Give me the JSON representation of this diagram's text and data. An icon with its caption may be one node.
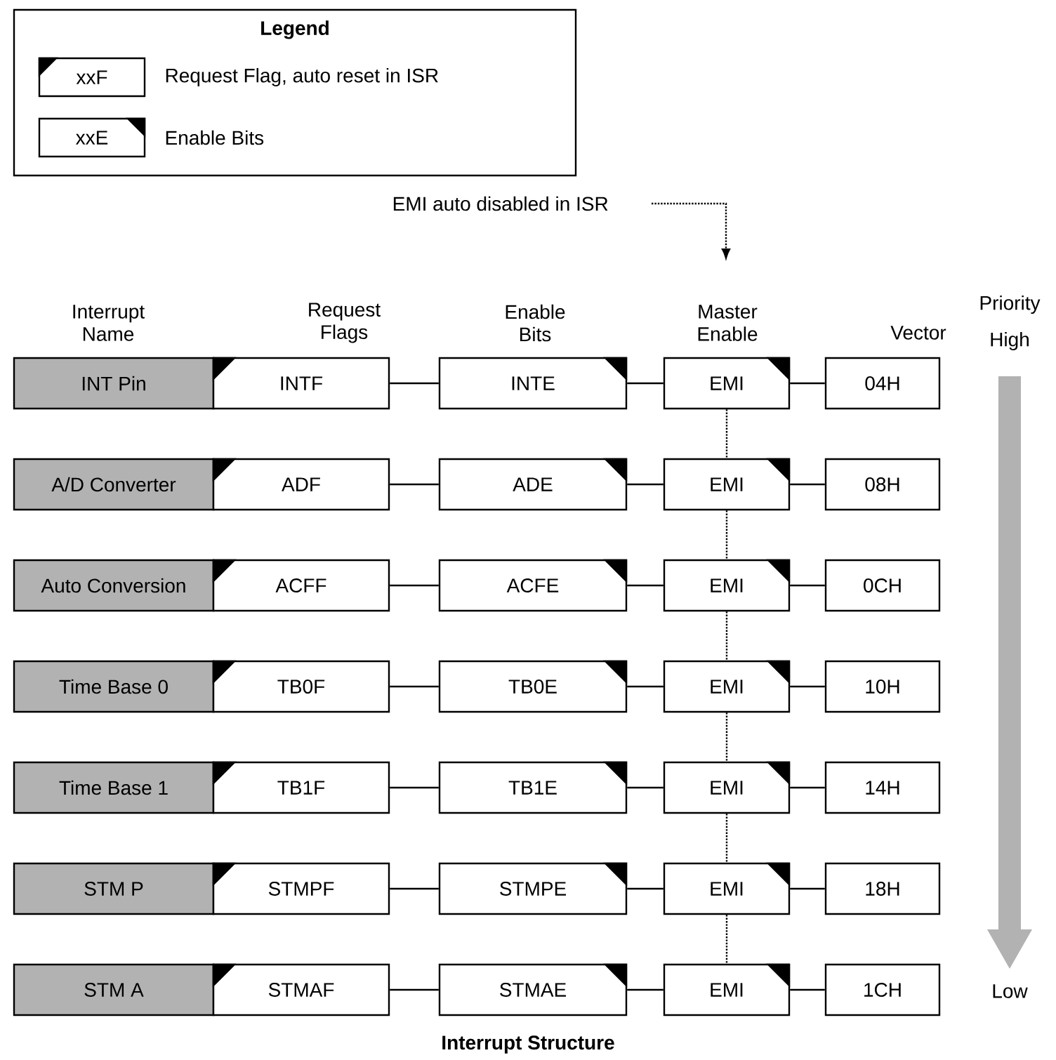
{
  "diagram": {
    "caption": "Interrupt Structure",
    "nodes": [
      {
        "text": [
          "Legend"
        ]
      },
      {
        "text": [
          "xxF"
        ],
        "in": 0
      },
      {
        "text": [
          "xxE"
        ],
        "in": 0
      },
      {
        "text": [
          "EMI auto disabled in ISR"
        ]
      },
      {
        "text": [
          "INT Pin"
        ]
      },
      {
        "text": [
          "INTF"
        ]
      },
      {
        "text": [
          "INTE"
        ]
      },
      {
        "text": [
          "EMI"
        ]
      },
      {
        "text": [
          "04H"
        ]
      },
      {
        "text": [
          "A/D Converter"
        ]
      },
      {
        "text": [
          "ADF"
        ]
      },
      {
        "text": [
          "ADE"
        ]
      },
      {
        "text": [
          "EMI"
        ]
      },
      {
        "text": [
          "08H"
        ]
      },
      {
        "text": [
          "Auto Conversion"
        ]
      },
      {
        "text": [
          "ACFF"
        ]
      },
      {
        "text": [
          "ACFE"
        ]
      },
      {
        "text": [
          "EMI"
        ]
      },
      {
        "text": [
          "0CH"
        ]
      },
      {
        "text": [
          "Time Base 0"
        ]
      },
      {
        "text": [
          "TB0F"
        ]
      },
      {
        "text": [
          "TB0E"
        ]
      },
      {
        "text": [
          "EMI"
        ]
      },
      {
        "text": [
          "10H"
        ]
      },
      {
        "text": [
          "Time Base 1"
        ]
      },
      {
        "text": [
          "TB1F"
        ]
      },
      {
        "text": [
          "TB1E"
        ]
      },
      {
        "text": [
          "EMI"
        ]
      },
      {
        "text": [
          "14H"
        ]
      },
      {
        "text": [
          "STM P"
        ]
      },
      {
        "text": [
          "STMPF"
        ]
      },
      {
        "text": [
          "STMPE"
        ]
      },
      {
        "text": [
          "EMI"
        ]
      },
      {
        "text": [
          "18H"
        ]
      },
      {
        "text": [
          "STM A"
        ]
      },
      {
        "text": [
          "STMAF"
        ]
      },
      {
        "text": [
          "STMAE"
        ]
      },
      {
        "text": [
          "EMI"
        ]
      },
      {
        "text": [
          "1CH"
        ]
      }
    ],
    "edges": [
      {
        "from": 3,
        "to": null,
        "arrow": "to",
        "style": "dashed"
      },
      {
        "from": 5,
        "to": 6,
        "arrow": "none"
      },
      {
        "from": 6,
        "to": 7,
        "arrow": "none"
      },
      {
        "from": 7,
        "to": 8,
        "arrow": "none"
      },
      {
        "from": 10,
        "to": 11,
        "arrow": "none"
      },
      {
        "from": 11,
        "to": 12,
        "arrow": "none"
      },
      {
        "from": 12,
        "to": 13,
        "arrow": "none"
      },
      {
        "from": 15,
        "to": 16,
        "arrow": "none"
      },
      {
        "from": 16,
        "to": 17,
        "arrow": "none"
      },
      {
        "from": 17,
        "to": 18,
        "arrow": "none"
      },
      {
        "from": 20,
        "to": 21,
        "arrow": "none"
      },
      {
        "from": 21,
        "to": 22,
        "arrow": "none"
      },
      {
        "from": 22,
        "to": 23,
        "arrow": "none"
      },
      {
        "from": 25,
        "to": 26,
        "arrow": "none"
      },
      {
        "from": 26,
        "to": 27,
        "arrow": "none"
      },
      {
        "from": 27,
        "to": 28,
        "arrow": "none"
      },
      {
        "from": 30,
        "to": 31,
        "arrow": "none"
      },
      {
        "from": 31,
        "to": 32,
        "arrow": "none"
      },
      {
        "from": 32,
        "to": 33,
        "arrow": "none"
      },
      {
        "from": 35,
        "to": 36,
        "arrow": "none"
      },
      {
        "from": 36,
        "to": 37,
        "arrow": "none"
      },
      {
        "from": 37,
        "to": 38,
        "arrow": "none"
      },
      {
        "from": 7,
        "to": 12,
        "arrow": "none",
        "style": "dashed"
      },
      {
        "from": 12,
        "to": 17,
        "arrow": "none",
        "style": "dashed"
      },
      {
        "from": 17,
        "to": 22,
        "arrow": "none",
        "style": "dashed"
      },
      {
        "from": 22,
        "to": 27,
        "arrow": "none",
        "style": "dashed"
      },
      {
        "from": 27,
        "to": 32,
        "arrow": "none",
        "style": "dashed"
      },
      {
        "from": 32,
        "to": 37,
        "arrow": "none",
        "style": "dashed"
      }
    ],
    "labels": [
      "Interrupt Name",
      "Request Flags",
      "Enable Bits",
      "Master Enable",
      "Vector",
      "Priority",
      "High",
      "Low"
    ],
    "legend": [
      {
        "text": "Request Flag, auto reset in ISR"
      },
      {
        "text": "Enable Bits"
      }
    ]
  }
}
